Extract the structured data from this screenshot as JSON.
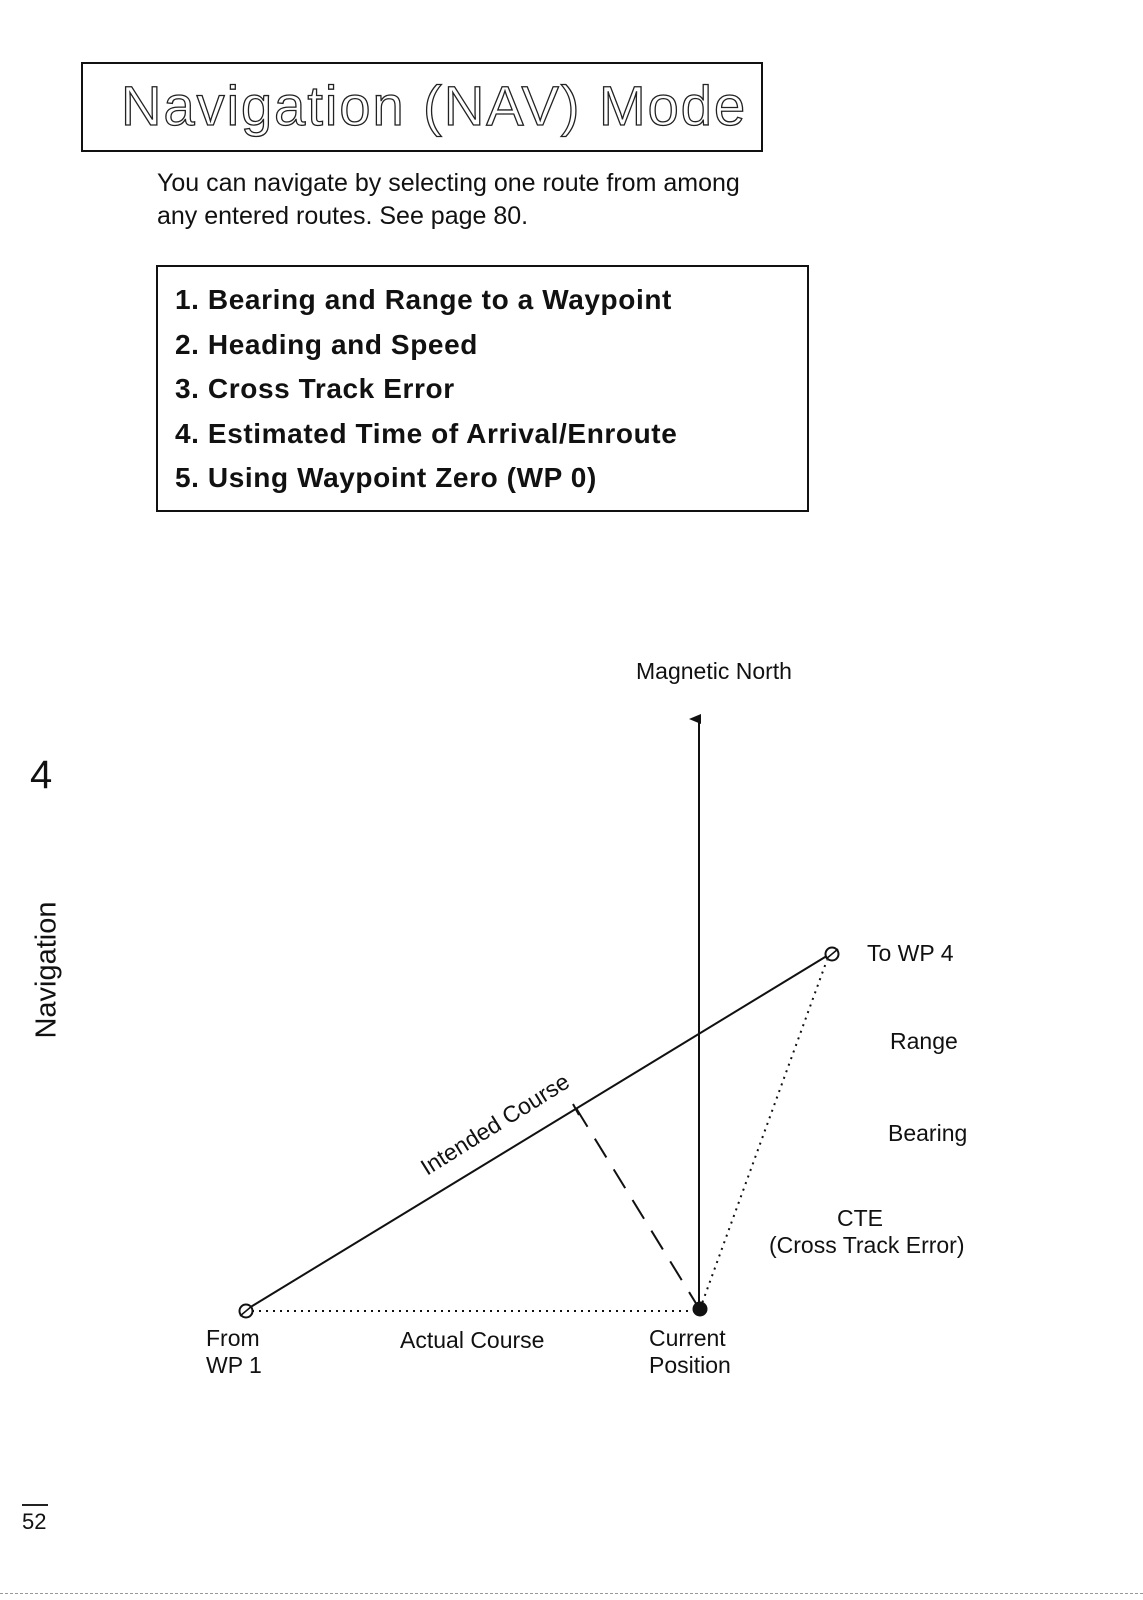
{
  "page": {
    "title": "Navigation (NAV) Mode",
    "intro_line1": "You can navigate by selecting one route from among",
    "intro_line2": "any entered routes.  See page 80.",
    "topics": [
      "1. Bearing and Range to a Waypoint",
      "2. Heading and Speed",
      "3. Cross Track Error",
      "4. Estimated Time of Arrival/Enroute",
      "5. Using Waypoint Zero (WP 0)"
    ],
    "chapter_number": "4",
    "chapter_name": "Navigation",
    "page_number": "52"
  },
  "diagram": {
    "magnetic_north": "Magnetic North",
    "to_wp": "To WP 4",
    "range": "Range",
    "bearing": "Bearing",
    "cte": "CTE",
    "cte_full": "(Cross Track Error)",
    "intended_course": "Intended Course",
    "from_line1": "From",
    "from_line2": "WP 1",
    "actual_course": "Actual Course",
    "current_line1": "Current",
    "current_line2": "Position"
  }
}
